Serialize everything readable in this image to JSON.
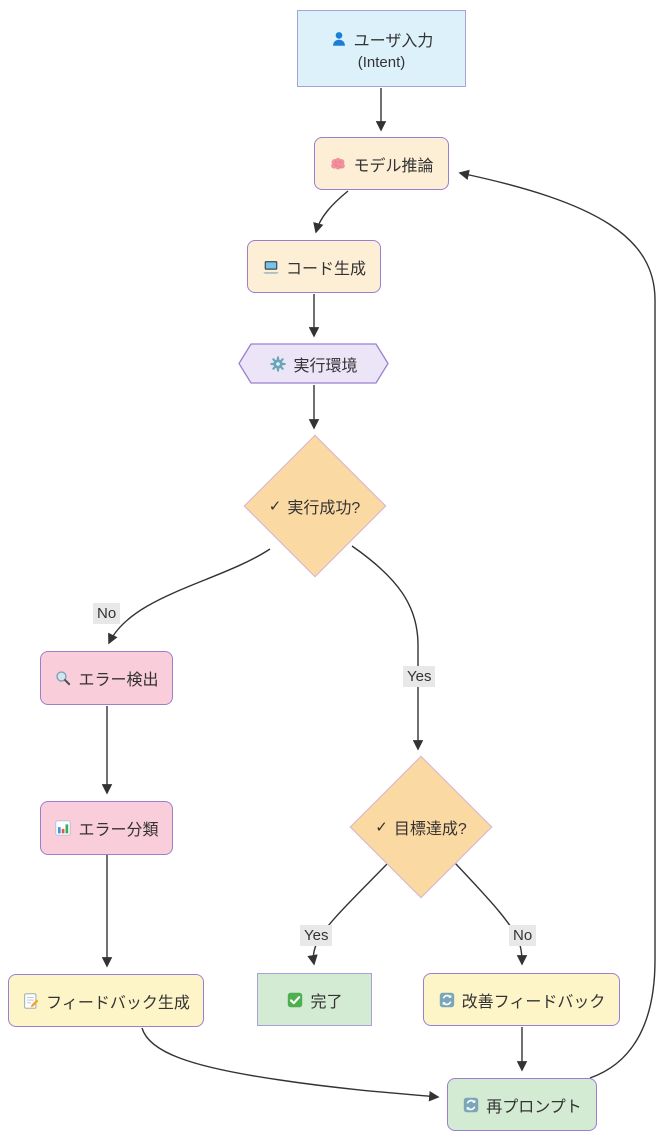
{
  "diagram": {
    "title_hint": "coding-agent feedback loop flowchart",
    "check_glyph": "✓",
    "nodes": {
      "user_input": {
        "label": "ユーザ入力",
        "sublabel": "(Intent)",
        "icon": "person-icon"
      },
      "model_inference": {
        "label": "モデル推論",
        "icon": "brain-icon"
      },
      "code_generation": {
        "label": "コード生成",
        "icon": "laptop-icon"
      },
      "execution_env": {
        "label": "実行環境",
        "icon": "gear-icon"
      },
      "execution_success": {
        "label": "実行成功?",
        "icon": "check-mark"
      },
      "error_detection": {
        "label": "エラー検出",
        "icon": "magnifier-icon"
      },
      "error_classification": {
        "label": "エラー分類",
        "icon": "bar-chart-icon"
      },
      "feedback_generation": {
        "label": "フィードバック生成",
        "icon": "memo-icon"
      },
      "goal_achieved": {
        "label": "目標達成?",
        "icon": "check-mark"
      },
      "complete": {
        "label": "完了",
        "icon": "check-button-icon"
      },
      "improvement_feedback": {
        "label": "改善フィードバック",
        "icon": "refresh-icon"
      },
      "reprompt": {
        "label": "再プロンプト",
        "icon": "refresh-icon"
      }
    },
    "edge_labels": {
      "exec_no": "No",
      "exec_yes": "Yes",
      "goal_yes": "Yes",
      "goal_no": "No"
    },
    "colors": {
      "edge": "#333333",
      "node_text": "#333333",
      "blue_fill": "#ddf1fb",
      "blue_border": "#a8a3d7",
      "peach_fill": "#fdeed6",
      "purple_border": "#9a7fd1",
      "lavender_fill": "#ece4f7",
      "diamond_fill": "#fbd9a3",
      "diamond_border": "#d4b2d4",
      "pink_fill": "#f9cdd9",
      "yellow_fill": "#fdf5c8",
      "green_fill": "#d3ead3",
      "edge_label_bg": "#e8e8e8"
    }
  }
}
